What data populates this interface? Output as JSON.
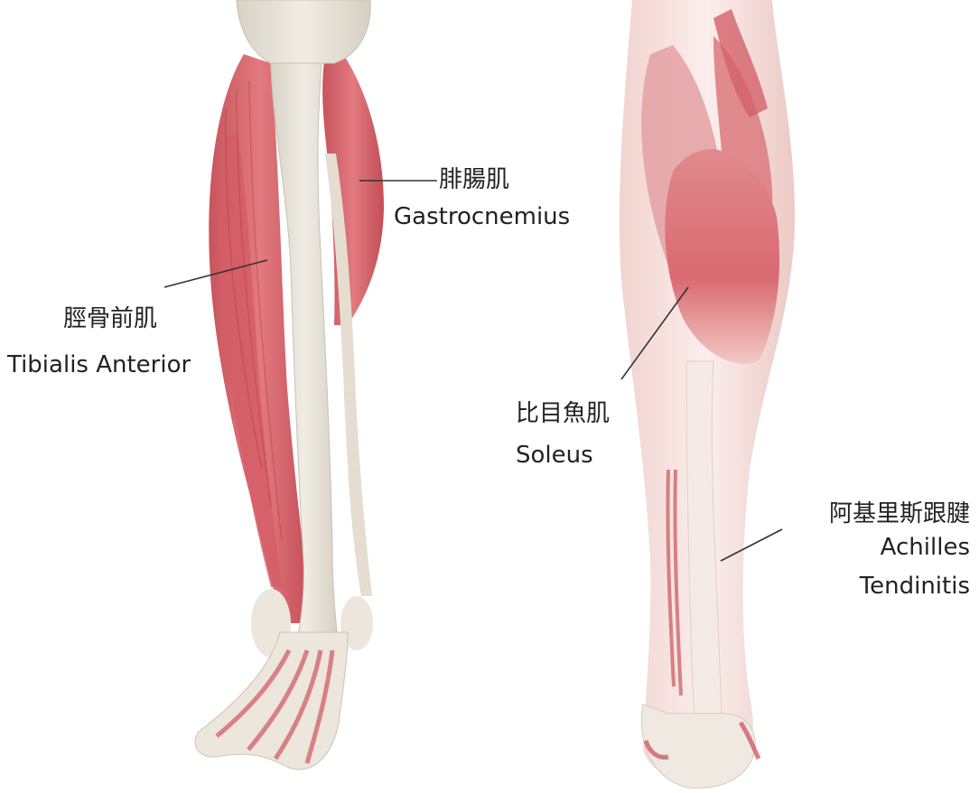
{
  "labels": {
    "gastrocnemius": {
      "zh": "腓腸肌",
      "en": "Gastrocnemius"
    },
    "tibialis": {
      "zh": "脛骨前肌",
      "en": "Tibialis Anterior"
    },
    "soleus": {
      "zh": "比目魚肌",
      "en": "Soleus"
    },
    "achilles": {
      "zh": "阿基里斯跟腱",
      "en_line1": "Achilles",
      "en_line2": "Tendinitis"
    }
  },
  "colors": {
    "muscle": "#d9636b",
    "muscle_dark": "#c0474f",
    "muscle_light": "#eba3a3",
    "bone": "#e9e4da",
    "skin_sheath": "#f3dcd8",
    "leader_line": "#333333"
  }
}
